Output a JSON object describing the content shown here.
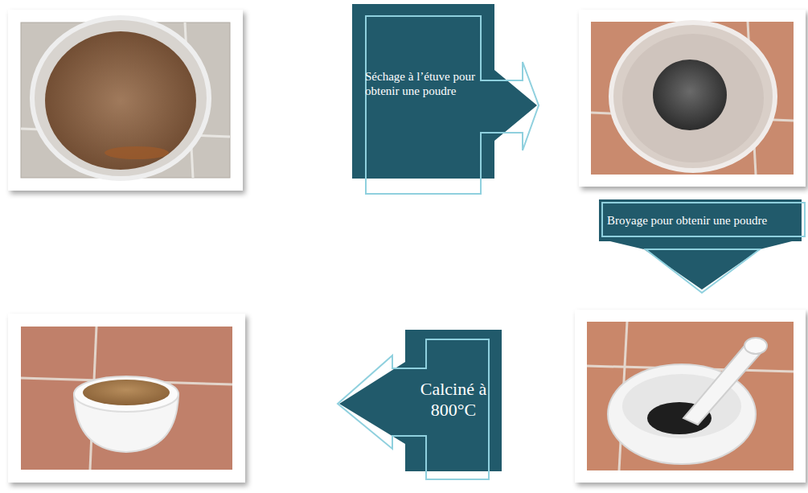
{
  "diagram": {
    "nodes": [
      {
        "text": [
          "Séchage à l’étuve pour obtenir une poudre"
        ]
      },
      {
        "text": [
          "Broyage pour obtenir une poudre"
        ]
      },
      {
        "text": [
          "Calciné à 800°C"
        ]
      }
    ]
  }
}
